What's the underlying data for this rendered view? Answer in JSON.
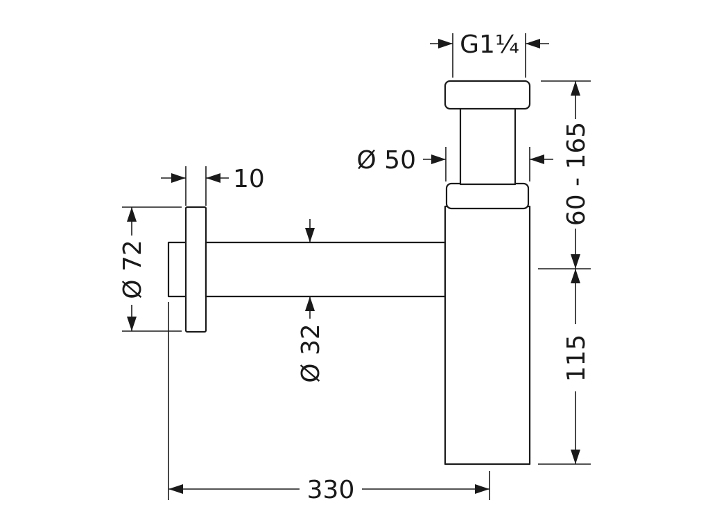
{
  "drawing": {
    "dimensions": {
      "thread": "G1¼",
      "outlet_diameter": "Ø 50",
      "height_range": "60 - 165",
      "flange_thickness": "10",
      "flange_diameter": "Ø 72",
      "pipe_diameter": "Ø 32",
      "lower_height": "115",
      "horizontal_length": "330"
    }
  }
}
